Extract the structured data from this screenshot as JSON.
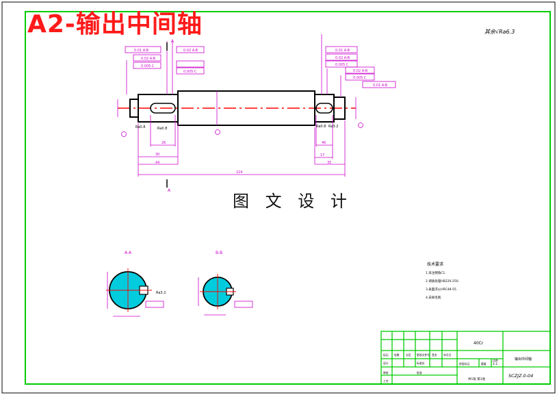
{
  "title": "A2-输出中间轴",
  "watermark": "图 文 设 计",
  "roughness_note": "其余√Ra6.3",
  "views": {
    "section_a_label": "A-A",
    "section_b_label": "B-B",
    "cut_label": "A"
  },
  "tolerances": {
    "left_1": "0.01 A-B",
    "left_2": "0.02 A-B",
    "left_3": "0.005 C",
    "mid_1": "0.02 A-B",
    "mid_2": "0.005 C",
    "right_1": "0.01 A-B",
    "right_2": "0.02 A-B",
    "right_3": "0.005 C",
    "right_4": "0.02 A-B",
    "right_5": "0.005 C",
    "right_6": "0.01 A-B"
  },
  "dimensions": {
    "d_left_key": "26",
    "d_left_30": "30",
    "d_left_44": "44",
    "d_total": "224",
    "d_right_key": "46",
    "d_right_17": "17",
    "d_right_35": "35"
  },
  "roughness": {
    "r1": "Ra0.8",
    "r2": "Ra0.8",
    "r3": "Ra0.8",
    "r4": "Ra3.2",
    "r5": "Ra3.2"
  },
  "tech_requirements": {
    "heading": "技术要求",
    "lines": [
      "1.未注倒角C1.",
      "2.调质处理HB220-250.",
      "3.表面淬火HRC48-55.",
      "4.去除毛刺."
    ]
  },
  "title_block": {
    "material": "40Cr",
    "part_name": "输出中间轴",
    "drawing_no": "SCZJZ.0-04",
    "scale": "1:1",
    "sheet": "共1张 第1张",
    "labels": [
      "标记",
      "处数",
      "分区",
      "更改文件号",
      "签名",
      "年月日",
      "设计",
      "标准化",
      "阶段标记",
      "重量",
      "比例",
      "审核",
      "工艺",
      "批准"
    ]
  },
  "colors": {
    "frame": "#00cc00",
    "part": "#000000",
    "annotation": "#cc00cc",
    "centerline": "#ff0000",
    "section_fill": "#00ccdd",
    "title": "#ff1a1a"
  }
}
